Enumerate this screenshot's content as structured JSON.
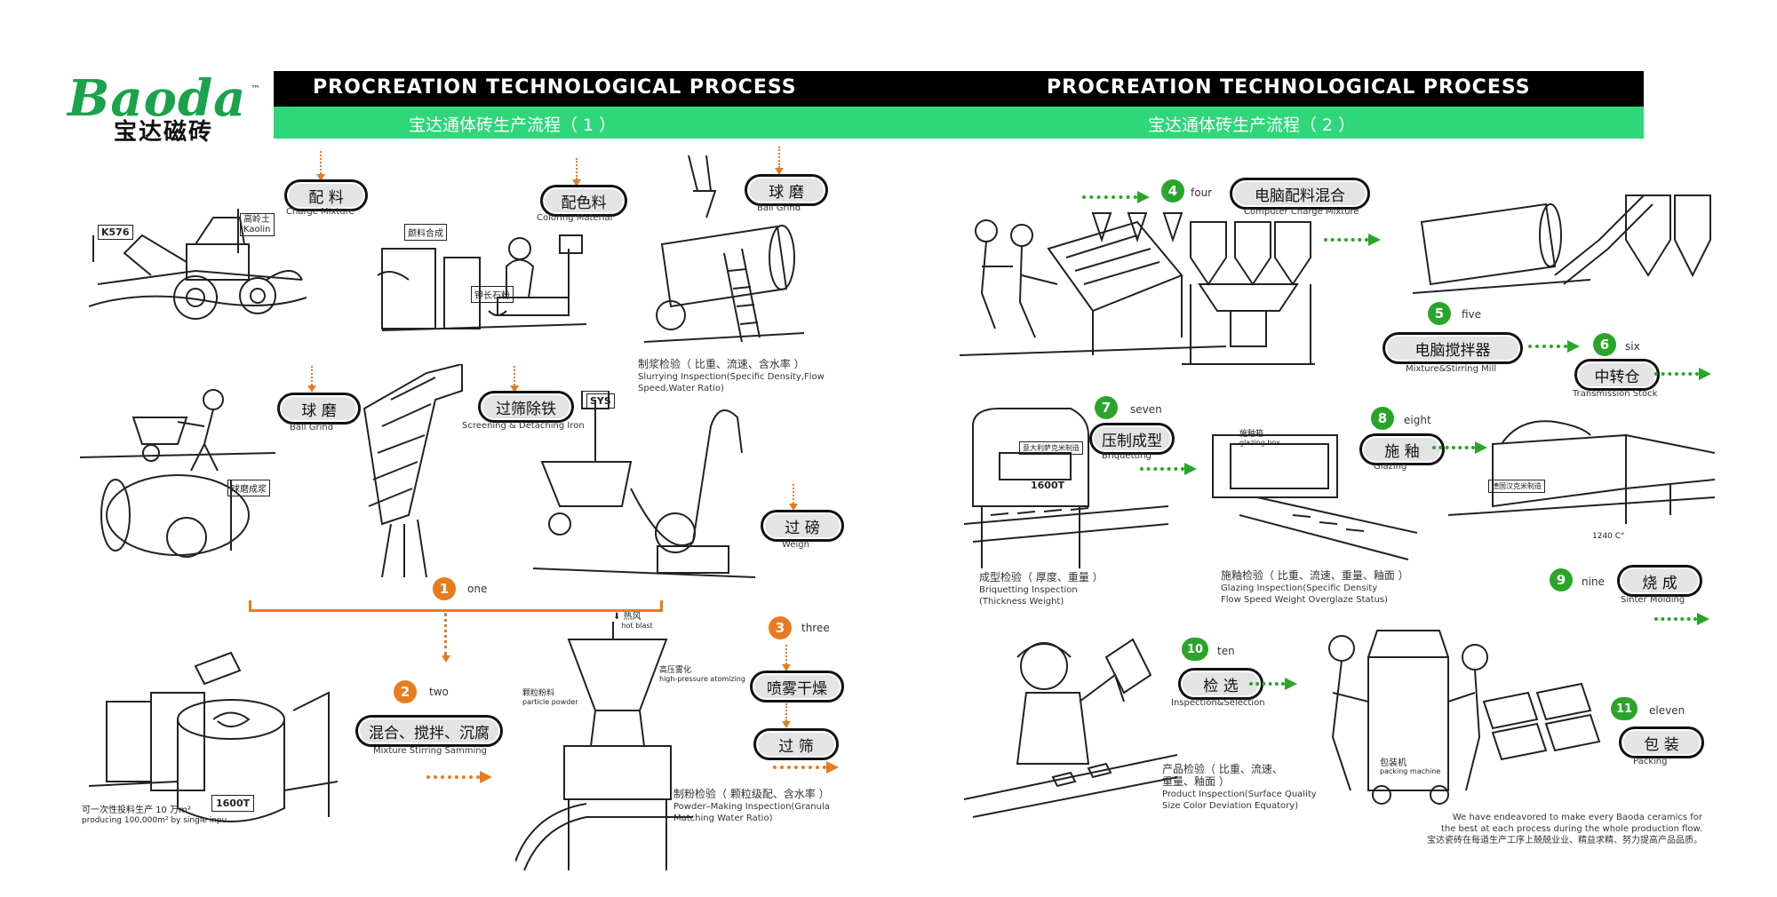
{
  "logo": {
    "brand": "Baoda",
    "tm": "™",
    "cn": "宝达磁砖"
  },
  "header": {
    "title_left": "PROCREATION TECHNOLOGICAL PROCESS",
    "title_right": "PROCREATION TECHNOLOGICAL PROCESS",
    "sub_left": "宝达通体砖生产流程（ 1 ）",
    "sub_right": "宝达通体砖生产流程（ 2 ）"
  },
  "colors": {
    "green": "#2fd67a",
    "orange": "#e77b20",
    "step_green": "#2aa52a"
  },
  "stages": {
    "charge": {
      "cn": "配 料",
      "en": "Charge Mixture"
    },
    "coloring": {
      "cn": "配色料",
      "en": "Coloring Material"
    },
    "ballgrind_top": {
      "cn": "球 磨",
      "en": "Ball Grind"
    },
    "slurry_insp": {
      "cn": "制浆检验（ 比重、流速、含水率 ）",
      "en1": "Slurrying Inspection(Specific Density,Flow",
      "en2": "Speed,Water Ratio)"
    },
    "ballgrind_mid": {
      "cn": "球 磨",
      "en": "Ball Grind"
    },
    "screening": {
      "cn": "过筛除铁",
      "en": "Screening & Detaching Iron"
    },
    "weigh": {
      "cn": "过 磅",
      "en": "Weigh"
    },
    "step1_word": "one",
    "mixture": {
      "cn": "混合、搅拌、沉腐",
      "en": "Mixture Stirring Samming"
    },
    "step2_word": "two",
    "spray": {
      "cn": "喷雾干燥"
    },
    "step3_word": "three",
    "sieve": {
      "cn": "过 筛"
    },
    "powder_insp": {
      "cn": "制粉检验（ 颗粒级配、含水率 ）",
      "en1": "Powder–Making Inspection(Granula",
      "en2": "Matching Water Ratio)"
    },
    "computer_charge": {
      "cn": "电脑配料混合",
      "en": "Computer Charge Mixture"
    },
    "step4_word": "four",
    "stirring": {
      "cn": "电脑搅拌器",
      "en": "Mixture&Stirring Mill"
    },
    "step5_word": "five",
    "transmission": {
      "cn": "中转仓",
      "en": "Transmission Stock"
    },
    "step6_word": "six",
    "briquetting": {
      "cn": "压制成型",
      "en": "Briquetting"
    },
    "step7_word": "seven",
    "brick_insp": {
      "cn": "成型检验（ 厚度、重量 ）",
      "en1": "Briquetting Inspection",
      "en2": "(Thickness Weight)"
    },
    "glazing": {
      "cn": "施 釉",
      "en": "Glazing"
    },
    "step8_word": "eight",
    "glaze_insp": {
      "cn": "施釉检验（ 比重、流速、重量、釉面 ）",
      "en1": "Glazing Inspection(Specific Density",
      "en2": "Flow Speed Weight Overglaze Status)"
    },
    "sinter": {
      "cn": "烧 成",
      "en": "Sinter Molding"
    },
    "step9_word": "nine",
    "selection": {
      "cn": "检 选",
      "en": "Inspection&Selection"
    },
    "step10_word": "ten",
    "product_insp": {
      "cn1": "产品检验（ 比重、流速、",
      "cn2": "重量、釉面 ）",
      "en1": "Product Inspection(Surface Quality",
      "en2": "Size Color Deviation Equatory)"
    },
    "packing": {
      "cn": "包 装",
      "en": "Packing"
    },
    "step11_word": "eleven"
  },
  "steps": {
    "s1": "1",
    "s2": "2",
    "s3": "3",
    "s4": "4",
    "s5": "5",
    "s6": "6",
    "s7": "7",
    "s8": "8",
    "s9": "9",
    "s10": "10",
    "s11": "11"
  },
  "picture_labels": {
    "sign_k": "K576",
    "sign_kaolin_cn": "高岭土",
    "sign_kaolin_en": "Kaolin",
    "feldspar_cn": "钾长石粉",
    "feldspar_bag": "颜料合成",
    "mill_sign": "球磨成浆",
    "scale_brand": "SYS",
    "hot_blast_cn": "热风",
    "hot_blast_en": "hot blast",
    "atomize_cn": "高压雾化",
    "atomize_en": "high-pressure atomizing",
    "particle_cn": "颗粒粉料",
    "particle_en": "particle powder",
    "tank_mark": "1600T",
    "capacity_cn": "可一次性投料生产 10 万m²",
    "capacity_en": "producing 100,000m² by single inpu",
    "press_mark": "1600T",
    "press_plate": "意大利萨克米制造",
    "glaze_box_cn": "施釉箱",
    "glaze_box_en": "glazing box",
    "kiln_plate": "德国汉克米制造",
    "kiln_temp": "1240 C°",
    "packer_cn": "包装机",
    "packer_en": "packing machine"
  },
  "footer": {
    "en1": "We have endeavored to make every Baoda ceramics for",
    "en2": "the best at each process during the whole production flow.",
    "cn": "宝达瓷砖在每道生产工序上兢兢业业、精益求精、努力提高产品品质。"
  }
}
